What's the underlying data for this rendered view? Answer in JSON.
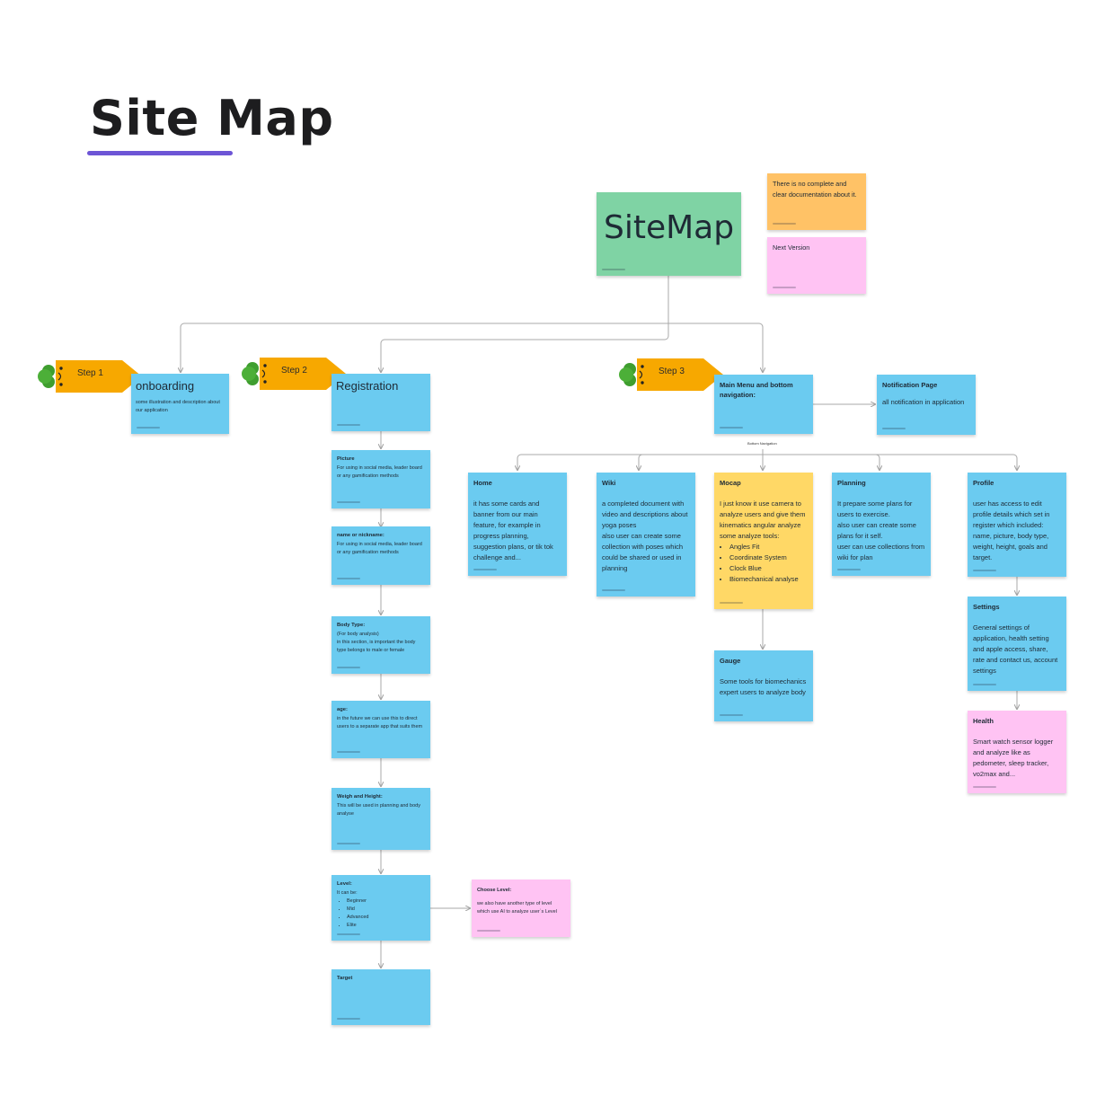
{
  "page": {
    "title": "Site Map"
  },
  "colors": {
    "blue": "#6bcbf0",
    "yellow": "#ffd866",
    "orange": "#ffc266",
    "pink": "#ffc3f3",
    "green": "#7fd3a4",
    "accent": "#6d55d6",
    "step": "#f7a800"
  },
  "root": {
    "title": "SiteMap"
  },
  "side_notes": {
    "doc": "There is no complete and clear documentation about it.",
    "next": "Next Version"
  },
  "steps": [
    "Step 1",
    "Step 2",
    "Step 3"
  ],
  "onboarding": {
    "title": "onboarding",
    "text": "some illustration and description about our application"
  },
  "registration": {
    "title": "Registration",
    "picture": {
      "title": "Picture",
      "text": "For using in social media, leader board or any gamification methods"
    },
    "nickname": {
      "title": "name or nickname:",
      "text": "For using in social media, leader board or any gamification methods"
    },
    "body": {
      "title": "Body Type:",
      "text": "(For body analysis)\nin this section, is important the body type belongs to male or female"
    },
    "age": {
      "title": "age:",
      "text": "in the future we can use this to direct users to a separate app that suits them"
    },
    "weigh": {
      "title": "Weigh and Height:",
      "text": "This will be used in planning and body analyse"
    },
    "level": {
      "title": "Level:",
      "text": "It can be:",
      "items": [
        "Beginner",
        "Mid",
        "Advanced",
        "Elite"
      ]
    },
    "target": {
      "title": "Target"
    },
    "choose": {
      "title": "Choose Level:",
      "text": "we also have another type of level which use AI to analyze user`s Level"
    }
  },
  "main": {
    "title": "Main Menu and bottom navigation:",
    "bottom_label": "Bottom Navigation",
    "notification": {
      "title": "Notification Page",
      "text": "all notification in application"
    },
    "home": {
      "title": "Home",
      "text": "it has some cards and banner from our main feature, for example in progress planning, suggestion plans, or tik tok challenge and..."
    },
    "wiki": {
      "title": "Wiki",
      "text": " a completed document with video and descriptions about yoga poses\nalso user can create some collection with poses which could be shared or used in planning"
    },
    "mocap": {
      "title": "Mocap",
      "text": "I just know it use camera to analyze users and give them kinematics angular analyze\nsome analyze tools:",
      "items": [
        "Angles Fit",
        "Coordinate System",
        "Clock Blue",
        "Biomechanical analyse"
      ]
    },
    "gauge": {
      "title": "Gauge",
      "text": "Some tools for biomechanics expert users to analyze body"
    },
    "planning": {
      "title": "Planning",
      "text": "It prepare some plans for users to exercise.\nalso user can create some plans for it self.\nuser can use collections from wiki for plan"
    },
    "profile": {
      "title": "Profile",
      "text": "user has access to edit profile details which set in register which included: name, picture, body type, weight, height, goals and target."
    },
    "settings": {
      "title": "Settings",
      "text": "General settings of application, health setting and apple access, share, rate and contact us, account settings"
    },
    "health": {
      "title": "Health",
      "text": "Smart watch sensor logger and analyze like as pedometer, sleep tracker, vo2max and..."
    }
  }
}
